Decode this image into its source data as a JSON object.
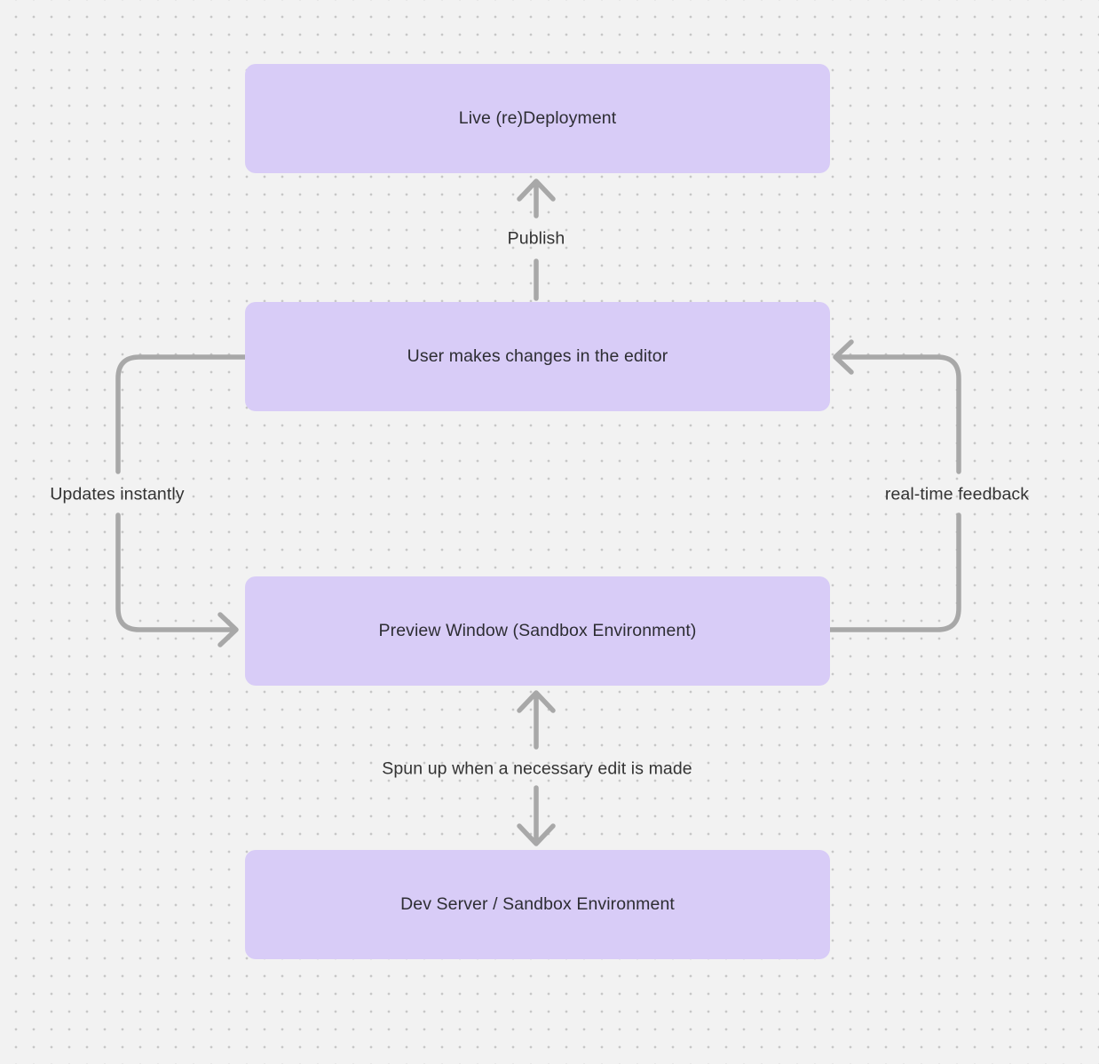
{
  "diagram": {
    "type": "flowchart",
    "background_color": "#f2f2f2",
    "dot_grid_color": "#c7c7c7",
    "node_fill_color": "#d8ccf7",
    "node_text_color": "#2d2d33",
    "arrow_color": "#a8a8a8",
    "nodes": [
      {
        "id": "live-deployment",
        "label": "Live (re)Deployment"
      },
      {
        "id": "user-changes",
        "label": "User makes changes in the editor"
      },
      {
        "id": "preview-window",
        "label": "Preview Window (Sandbox Environment)"
      },
      {
        "id": "dev-server",
        "label": "Dev Server / Sandbox Environment"
      }
    ],
    "edges": [
      {
        "id": "publish",
        "label": "Publish",
        "from": "user-changes",
        "to": "live-deployment"
      },
      {
        "id": "updates-instantly",
        "label": "Updates instantly",
        "from": "user-changes",
        "to": "preview-window"
      },
      {
        "id": "real-time-feedback",
        "label": "real-time feedback",
        "from": "preview-window",
        "to": "user-changes"
      },
      {
        "id": "spun-up",
        "label": "Spun up when a necessary edit is made",
        "from": "dev-server",
        "to": "preview-window"
      }
    ]
  }
}
